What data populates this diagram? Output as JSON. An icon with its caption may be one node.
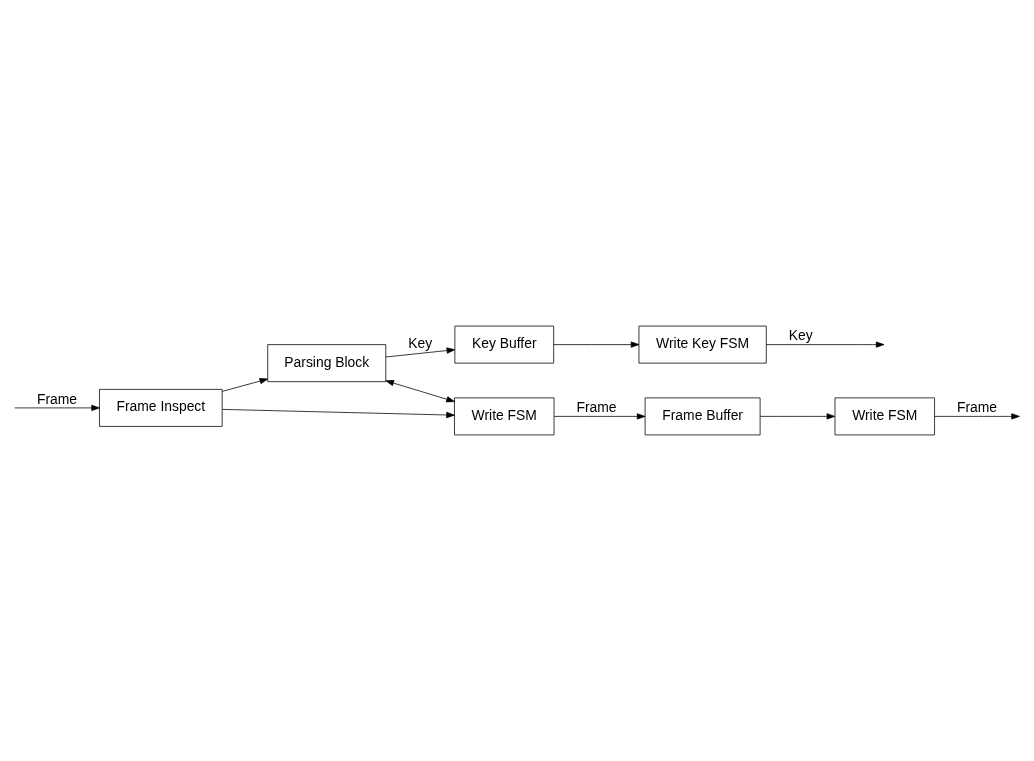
{
  "diagram": {
    "nodes": [
      {
        "text": [
          "Parsing Block"
        ]
      },
      {
        "text": [
          "Key Buffer"
        ]
      },
      {
        "text": [
          "Write Key FSM"
        ]
      },
      {
        "text": [
          "Frame Inspect"
        ]
      },
      {
        "text": [
          "Write FSM"
        ]
      },
      {
        "text": [
          "Write FSM"
        ]
      },
      {
        "text": [
          "Frame Buffer"
        ]
      }
    ],
    "edges": [
      {
        "from": 0,
        "to": 1,
        "arrow": "to",
        "label": "Key"
      },
      {
        "from": 1,
        "to": 2,
        "arrow": "to"
      },
      {
        "from": 2,
        "to": null,
        "arrow": "to",
        "label": "Key"
      },
      {
        "from": null,
        "to": 3,
        "arrow": "to",
        "label": "Frame"
      },
      {
        "from": 3,
        "to": 0,
        "arrow": "to"
      },
      {
        "from": 3,
        "to": 5,
        "arrow": "to"
      },
      {
        "from": 0,
        "to": 5,
        "arrow": "both"
      },
      {
        "from": 5,
        "to": 6,
        "arrow": "to",
        "label": "Frame"
      },
      {
        "from": 6,
        "to": 4,
        "arrow": "to"
      },
      {
        "from": 4,
        "to": null,
        "arrow": "to",
        "label": "Frame"
      }
    ]
  }
}
